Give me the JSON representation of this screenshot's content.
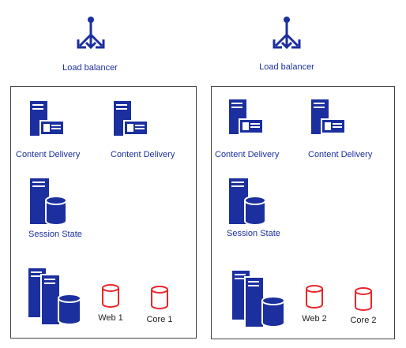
{
  "colors": {
    "brand": "#1b2f9e",
    "db_red": "#e8262b",
    "border": "#444444"
  },
  "left": {
    "load_balancer": {
      "icon": "load-balancer-icon",
      "label": "Load balancer"
    },
    "content_delivery_1": {
      "icon": "web-server-icon",
      "label": "Content Delivery"
    },
    "content_delivery_2": {
      "icon": "web-server-icon",
      "label": "Content Delivery"
    },
    "session_state": {
      "icon": "database-server-icon",
      "label": "Session State"
    },
    "db_server": {
      "icon": "database-server-stack-icon"
    },
    "web_db": {
      "icon": "database-icon",
      "label": "Web 1"
    },
    "core_db": {
      "icon": "database-icon",
      "label": "Core 1"
    }
  },
  "right": {
    "load_balancer": {
      "icon": "load-balancer-icon",
      "label": "Load balancer"
    },
    "content_delivery_1": {
      "icon": "web-server-icon",
      "label": "Content Delivery"
    },
    "content_delivery_2": {
      "icon": "web-server-icon",
      "label": "Content Delivery"
    },
    "session_state": {
      "icon": "database-server-icon",
      "label": "Session State"
    },
    "db_server": {
      "icon": "database-server-stack-icon"
    },
    "web_db": {
      "icon": "database-icon",
      "label": "Web 2"
    },
    "core_db": {
      "icon": "database-icon",
      "label": "Core 2"
    }
  }
}
